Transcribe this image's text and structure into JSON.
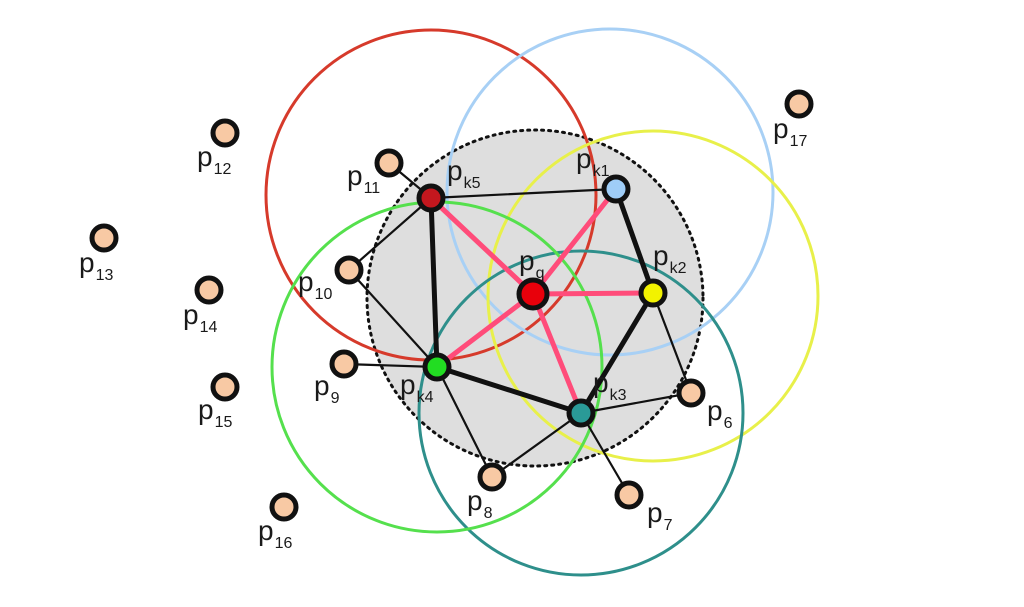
{
  "colors": {
    "background": "#ffffff",
    "search_region_fill": "#dedede",
    "outer_point": "#f8c9a4",
    "query_point": "#e8000b",
    "thick_edge": "#ff4c7a",
    "edge": "#111111",
    "k1": "#9fcdf7",
    "k2": "#f2f200",
    "k3": "#2a9a97",
    "k4": "#22dd22",
    "k5": "#c3171e",
    "circle_k1": "#a8d0f5",
    "circle_k2": "#e8f04a",
    "circle_k3": "#2e8f8b",
    "circle_k4": "#55e04d",
    "circle_k5": "#d63a2b"
  },
  "points": [
    {
      "id": "pq",
      "base": "p",
      "sub": "q"
    },
    {
      "id": "pk1",
      "base": "p",
      "sub": "k1"
    },
    {
      "id": "pk2",
      "base": "p",
      "sub": "k2"
    },
    {
      "id": "pk3",
      "base": "p",
      "sub": "k3"
    },
    {
      "id": "pk4",
      "base": "p",
      "sub": "k4"
    },
    {
      "id": "pk5",
      "base": "p",
      "sub": "k5"
    },
    {
      "id": "p6",
      "base": "p",
      "sub": "6"
    },
    {
      "id": "p7",
      "base": "p",
      "sub": "7"
    },
    {
      "id": "p8",
      "base": "p",
      "sub": "8"
    },
    {
      "id": "p9",
      "base": "p",
      "sub": "9"
    },
    {
      "id": "p10",
      "base": "p",
      "sub": "10"
    },
    {
      "id": "p11",
      "base": "p",
      "sub": "11"
    },
    {
      "id": "p12",
      "base": "p",
      "sub": "12"
    },
    {
      "id": "p13",
      "base": "p",
      "sub": "13"
    },
    {
      "id": "p14",
      "base": "p",
      "sub": "14"
    },
    {
      "id": "p15",
      "base": "p",
      "sub": "15"
    },
    {
      "id": "p16",
      "base": "p",
      "sub": "16"
    },
    {
      "id": "p17",
      "base": "p",
      "sub": "17"
    }
  ]
}
